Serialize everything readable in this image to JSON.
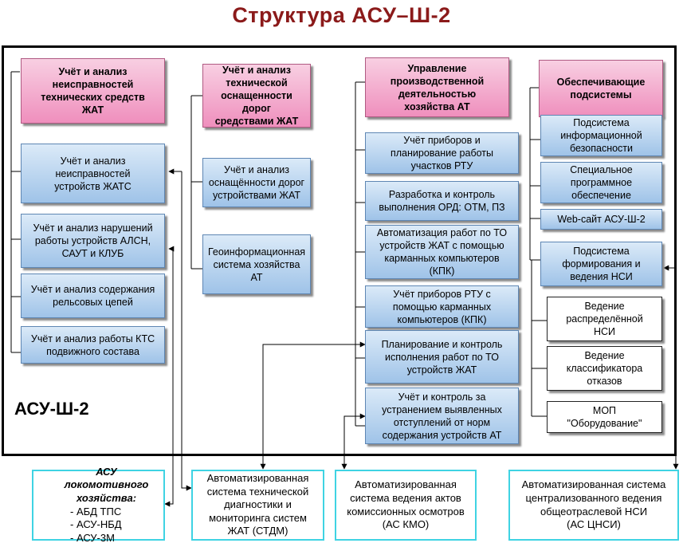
{
  "title": "Структура АСУ–Ш-2",
  "system_label": "АСУ-Ш-2",
  "columns": {
    "col1": {
      "header": "Учёт и анализ\nнеисправностей\nтехнических средств\nЖАТ",
      "items": [
        "Учёт и анализ\nнеисправностей\nустройств ЖАТС",
        "Учёт и анализ нарушений\nработы устройств АЛСН,\nСАУТ и КЛУБ",
        "Учёт и анализ содержания\nрельсовых цепей",
        "Учёт и анализ работы КТС\nподвижного состава"
      ]
    },
    "col2": {
      "header": "Учёт и анализ\nтехнической\nоснащенности дорог\nсредствами ЖАТ",
      "items": [
        "Учёт и анализ\nоснащённости дорог\nустройствами ЖАТ",
        "Геоинформационная\nсистема хозяйства АТ"
      ]
    },
    "col3": {
      "header": "Управление\nпроизводственной\nдеятельностью\nхозяйства АТ",
      "items": [
        "Учёт приборов и\nпланирование работы\nучастков РТУ",
        "Разработка и контроль\nвыполнения ОРД: ОТМ, ПЗ",
        "Автоматизация работ по ТО\nустройств ЖАТ с помощью\nкарманных компьютеров\n(КПК)",
        "Учёт приборов РТУ с\nпомощью карманных\nкомпьютеров (КПК)",
        "Планирование и контроль\nисполнения работ по ТО\nустройств ЖАТ",
        "Учёт и контроль за\nустранением выявленных\nотступлений от норм\nсодержания устройств АТ"
      ]
    },
    "col4": {
      "header": "Обеспечивающие\nподсистемы",
      "items": [
        "Подсистема\nинформационной\nбезопасности",
        "Специальное\nпрограммное\nобеспечение",
        "Web-сайт АСУ-Ш-2",
        "Подсистема\nформирования и\nведения НСИ"
      ],
      "nsi_items": [
        "Ведение\nраспределённой\nНСИ",
        "Ведение\nклассификатора\nотказов",
        "МОП\n\"Оборудование\""
      ]
    }
  },
  "external": {
    "loco": {
      "title": "АСУ локомотивного\nхозяйства:",
      "items": [
        "- АБД ТПС",
        "- АСУ-НБД",
        "- АСУ-3М"
      ]
    },
    "stdm": "Автоматизированная\nсистема технической\nдиагностики  и\nмониторинга систем\nЖАТ (СТДМ)",
    "kmo": "Автоматизированная\nсистема ведения актов\nкомиссионных осмотров\n(АС КМО)",
    "cnsi": "Автоматизированная система\nцентрализованного ведения\nобщеотраслевой НСИ\n(АС   ЦНСИ)"
  }
}
